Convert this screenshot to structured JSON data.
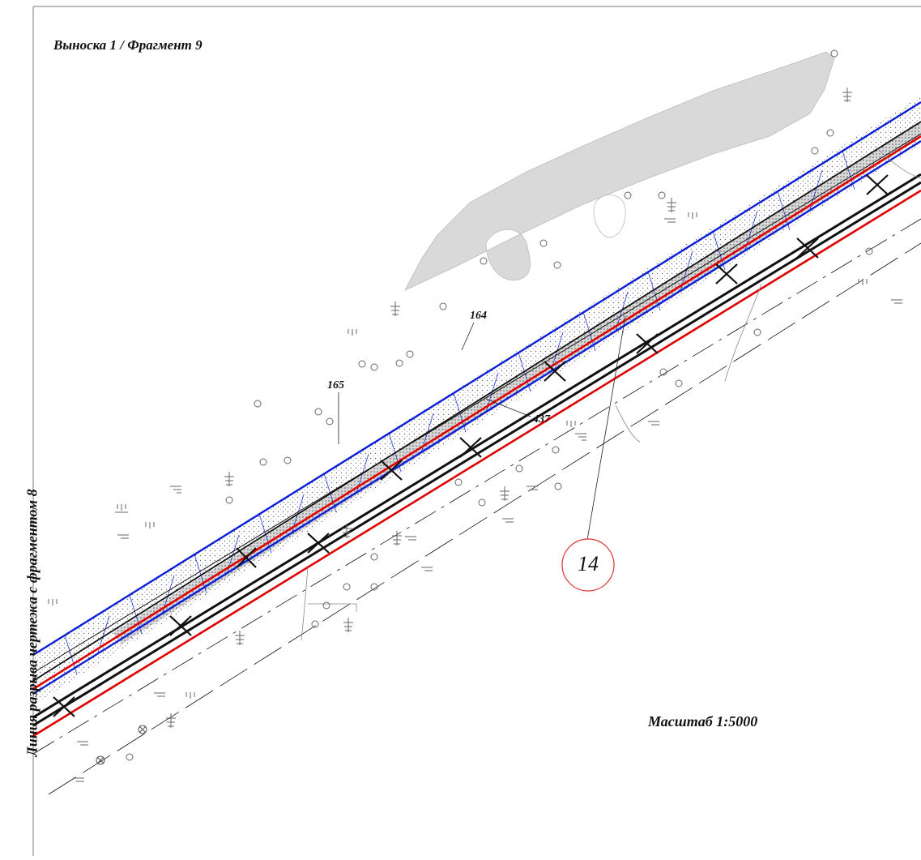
{
  "title": "Выноска 1 / Фрагмент 9",
  "scale_label": "Масштаб 1:5000",
  "break_line_label": "Линия разрыва чертежа с фрагментом 8",
  "markers": [
    "164",
    "165",
    "437"
  ],
  "callout_number": "14",
  "colors": {
    "road_edge_red": "#e00000",
    "design_blue": "#0b1fd8",
    "existing_black": "#111111",
    "water_gray": "#d8d8d8",
    "callout_circle": "#e03030",
    "symbol_gray": "#666666"
  },
  "icons": [
    "tree-symbol-icon",
    "grass-symbol-icon",
    "circle-symbol-icon",
    "cross-marker-icon",
    "well-symbol-icon"
  ]
}
